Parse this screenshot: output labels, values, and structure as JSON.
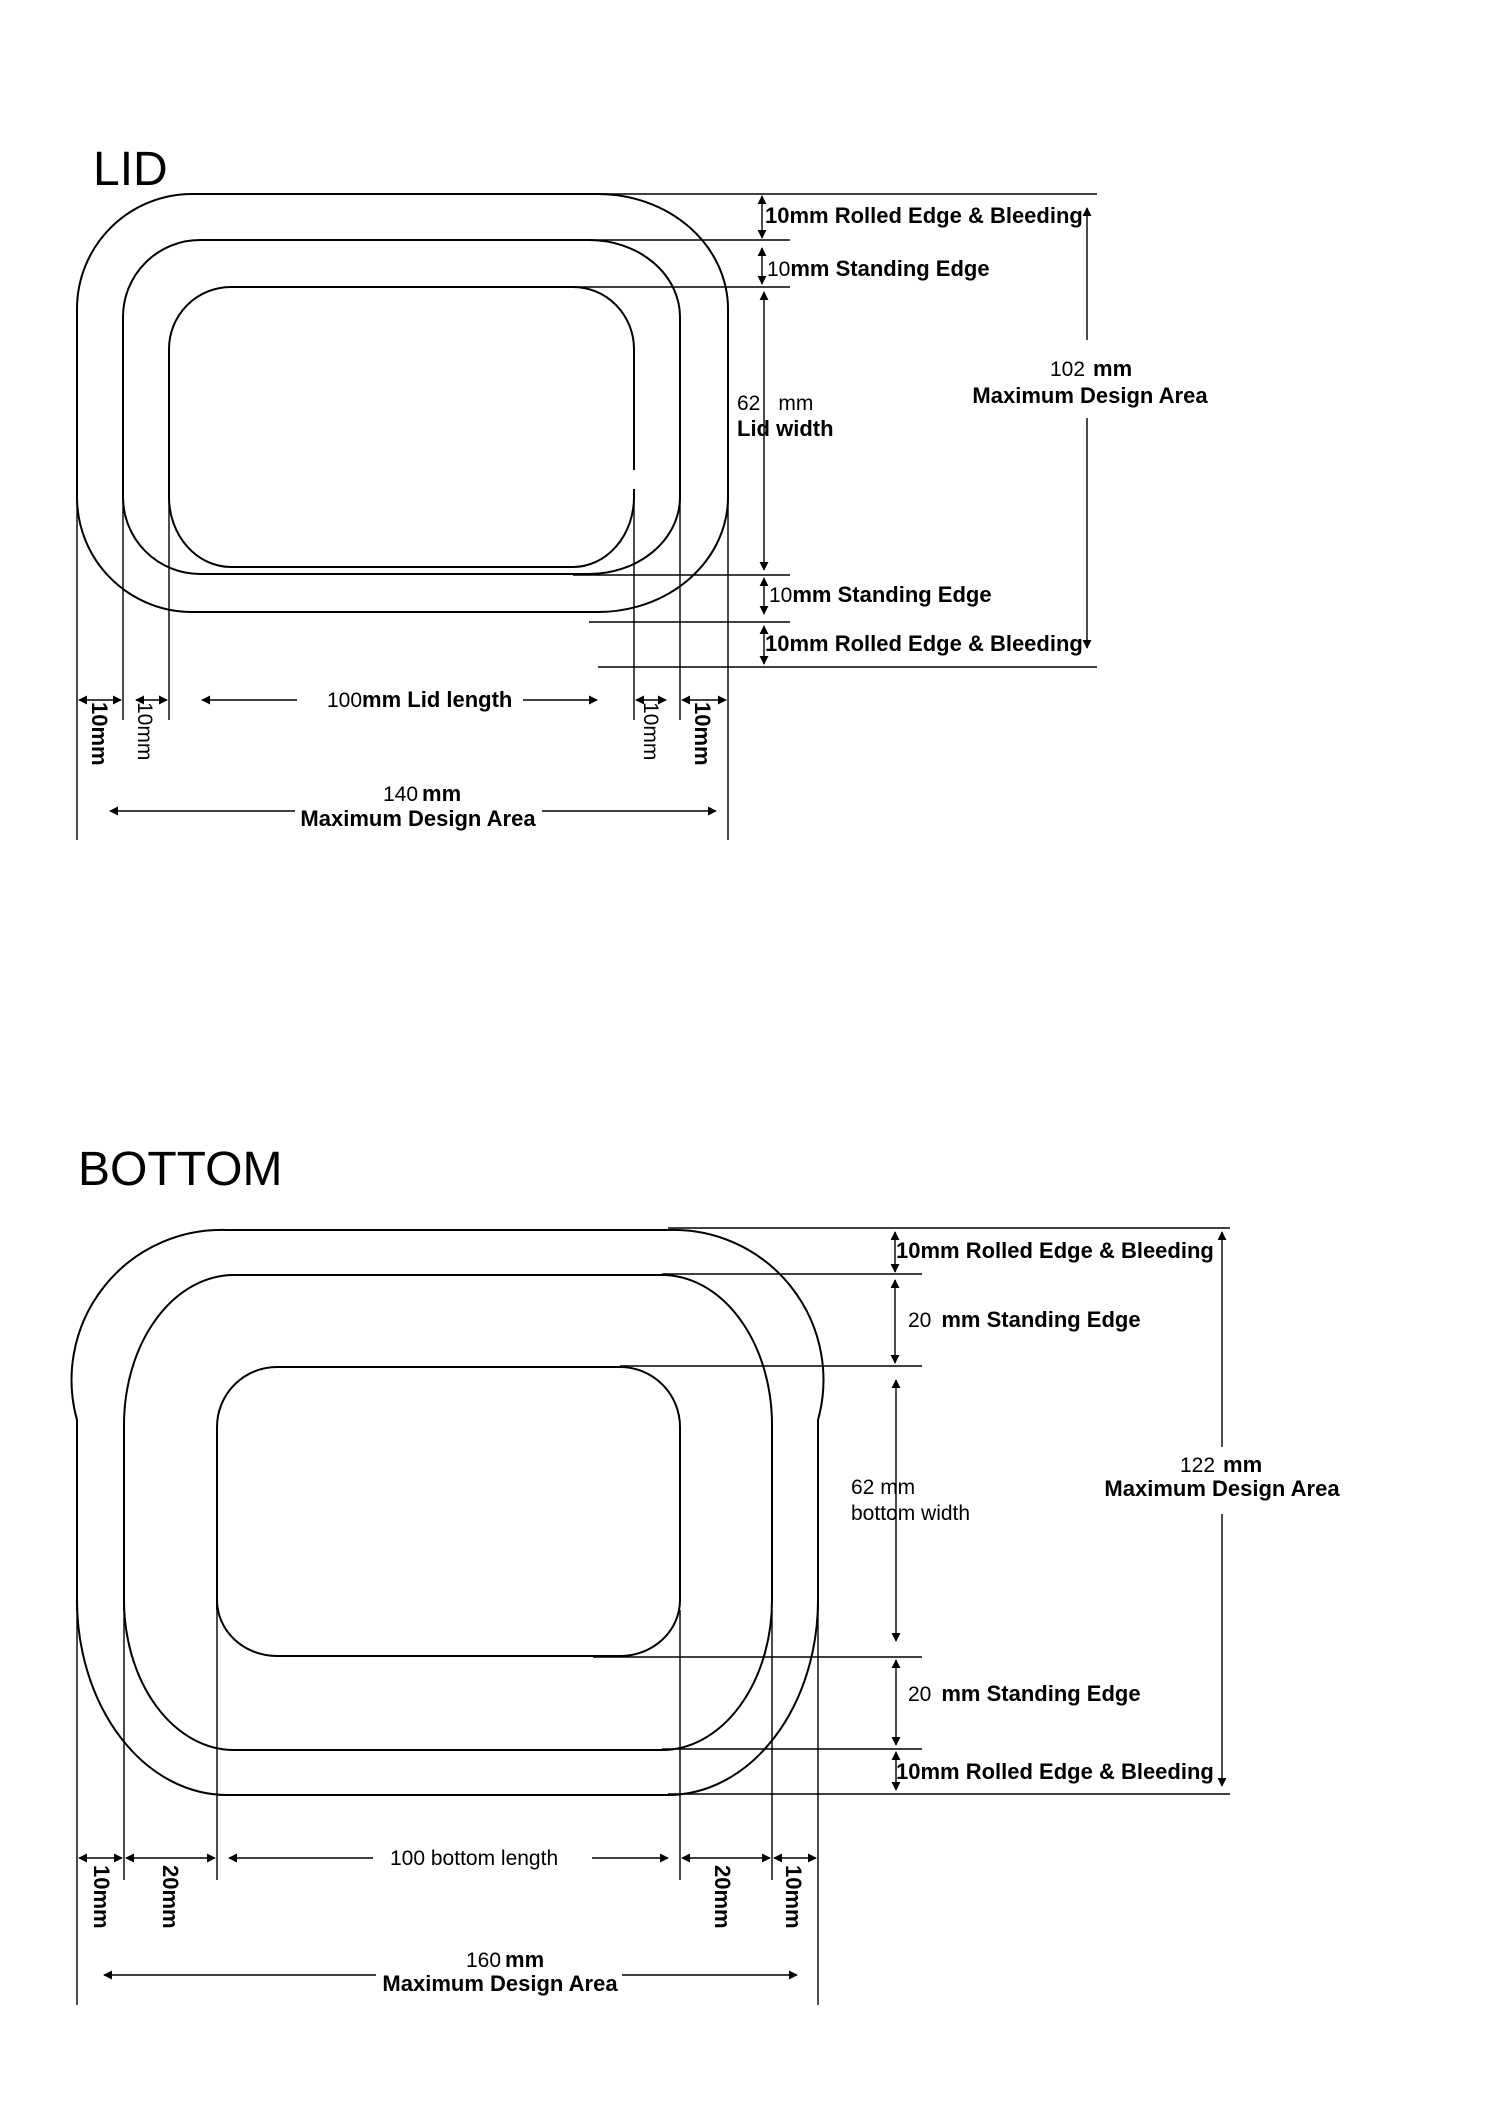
{
  "lid": {
    "heading": "LID",
    "top_rolled": {
      "bold": "10mm Rolled Edge & Bleeding"
    },
    "top_standing": {
      "num": "10",
      "bold": "mm Standing Edge"
    },
    "width": {
      "num": "62",
      "unit": "mm",
      "label": "Lid width"
    },
    "max_height": {
      "num": "102",
      "unit": "mm",
      "label": "Maximum Design Area"
    },
    "bottom_standing": {
      "num": "10",
      "bold": "mm Standing Edge"
    },
    "bottom_rolled": {
      "bold": "10mm Rolled Edge & Bleeding"
    },
    "length": {
      "num": "100",
      "bold": "mm Lid length"
    },
    "margins": [
      "10mm",
      "10mm",
      "10mm",
      "10mm"
    ],
    "max_width": {
      "num": "140",
      "unit": "mm",
      "label": "Maximum Design Area"
    }
  },
  "bottom": {
    "heading": "BOTTOM",
    "top_rolled": {
      "bold": "10mm Rolled Edge & Bleeding"
    },
    "top_standing": {
      "num": "20",
      "bold": "mm Standing Edge"
    },
    "width": {
      "num": "62 mm",
      "label": "bottom width"
    },
    "max_height": {
      "num": "122",
      "unit": "mm",
      "label": "Maximum Design Area"
    },
    "bottom_standing": {
      "num": "20",
      "bold": "mm Standing Edge"
    },
    "bottom_rolled": {
      "bold": "10mm Rolled Edge & Bleeding"
    },
    "length": {
      "label": "100 bottom length"
    },
    "margins": [
      "10mm",
      "20mm",
      "20mm",
      "10mm"
    ],
    "max_width": {
      "num": "160",
      "unit": "mm",
      "label": "Maximum Design Area"
    }
  }
}
